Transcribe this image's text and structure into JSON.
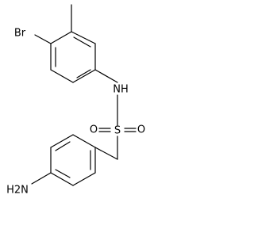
{
  "molecule": {
    "atoms": {
      "br": "Br",
      "nh": "NH",
      "s": "S",
      "o_left": "O",
      "o_right": "O",
      "nh2": "H2N"
    }
  }
}
